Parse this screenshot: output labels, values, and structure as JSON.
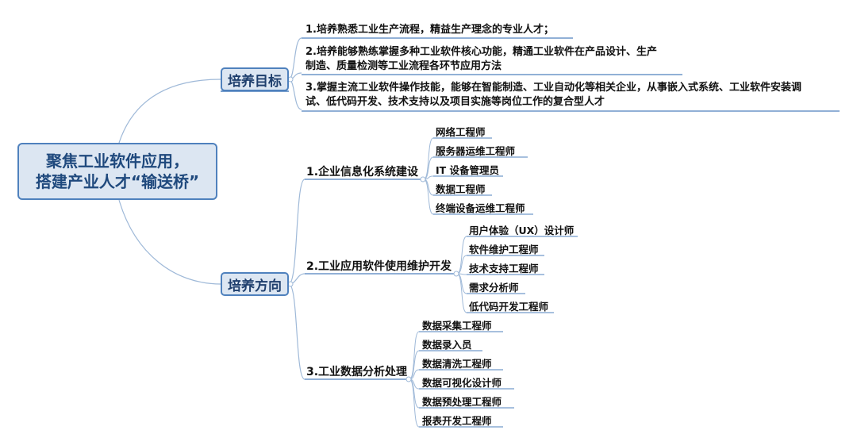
{
  "root": {
    "line1": "聚焦工业软件应用，",
    "line2": "搭建产业人才“输送桥”"
  },
  "goal": {
    "label": "培养目标",
    "items": [
      {
        "lines": [
          "1.培养熟悉工业生产流程，精益生产理念的专业人才；"
        ]
      },
      {
        "lines": [
          "2.培养能够熟练掌握多种工业软件核心功能，精通工业软件在产品设计、生产",
          "制造、质量检测等工业流程各环节应用方法"
        ]
      },
      {
        "lines": [
          "3.掌握主流工业软件操作技能，能够在智能制造、工业自动化等相关企业，从事嵌入式系统、工业软件安装调",
          "试、低代码开发、技术支持以及项目实施等岗位工作的复合型人才"
        ]
      }
    ]
  },
  "direction": {
    "label": "培养方向",
    "branches": [
      {
        "label": "1.企业信息化系统建设",
        "leaves": [
          "网络工程师",
          "服务器运维工程师",
          "IT 设备管理员",
          "数据工程师",
          "终端设备运维工程师"
        ]
      },
      {
        "label": "2.工业应用软件使用维护开发",
        "leaves": [
          "用户体验（UX）设计师",
          "软件维护工程师",
          "技术支持工程师",
          "需求分析师",
          "低代码开发工程师"
        ]
      },
      {
        "label": "3.工业数据分析处理",
        "leaves": [
          "数据采集工程师",
          "数据录入员",
          "数据清洗工程师",
          "数据可视化设计师",
          "数据预处理工程师",
          "报表开发工程师"
        ]
      }
    ]
  },
  "colors": {
    "line": "#4f81bd",
    "fill": "#dce6f2",
    "curve": "#9fb9d8"
  }
}
